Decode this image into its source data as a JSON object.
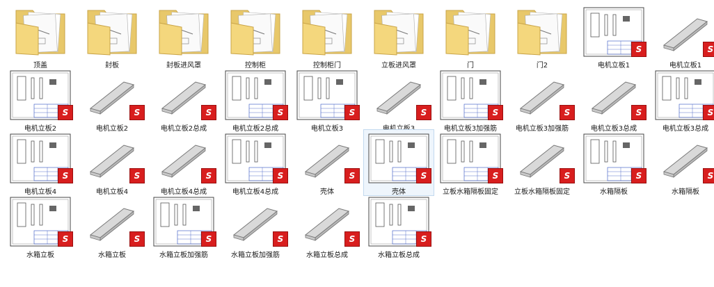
{
  "app": {
    "sw_badge_text": "S"
  },
  "items": [
    {
      "label": "顶盖",
      "kind": "folder"
    },
    {
      "label": "封板",
      "kind": "folder"
    },
    {
      "label": "封板进风罩",
      "kind": "folder"
    },
    {
      "label": "控制柜",
      "kind": "folder"
    },
    {
      "label": "控制柜门",
      "kind": "folder"
    },
    {
      "label": "立板进风罩",
      "kind": "folder"
    },
    {
      "label": "门",
      "kind": "folder"
    },
    {
      "label": "门2",
      "kind": "folder"
    },
    {
      "label": "电机立板1",
      "kind": "drawing"
    },
    {
      "label": "电机立板1",
      "kind": "part"
    },
    {
      "label": "电机立板2",
      "kind": "drawing"
    },
    {
      "label": "电机立板2",
      "kind": "part"
    },
    {
      "label": "电机立板2总成",
      "kind": "part"
    },
    {
      "label": "电机立板2总成",
      "kind": "drawing"
    },
    {
      "label": "电机立板3",
      "kind": "drawing"
    },
    {
      "label": "电机立板3",
      "kind": "part"
    },
    {
      "label": "电机立板3加强筋",
      "kind": "drawing"
    },
    {
      "label": "电机立板3加强筋",
      "kind": "part"
    },
    {
      "label": "电机立板3总成",
      "kind": "part"
    },
    {
      "label": "电机立板3总成",
      "kind": "drawing"
    },
    {
      "label": "电机立板4",
      "kind": "drawing"
    },
    {
      "label": "电机立板4",
      "kind": "part"
    },
    {
      "label": "电机立板4总成",
      "kind": "part"
    },
    {
      "label": "电机立板4总成",
      "kind": "drawing"
    },
    {
      "label": "壳体",
      "kind": "part"
    },
    {
      "label": "壳体",
      "kind": "drawing",
      "selected": true
    },
    {
      "label": "立板水箱隔板固定",
      "kind": "drawing"
    },
    {
      "label": "立板水箱隔板固定",
      "kind": "part"
    },
    {
      "label": "水箱隔板",
      "kind": "drawing"
    },
    {
      "label": "水箱隔板",
      "kind": "part"
    },
    {
      "label": "水箱立板",
      "kind": "drawing"
    },
    {
      "label": "水箱立板",
      "kind": "part"
    },
    {
      "label": "水箱立板加强筋",
      "kind": "drawing"
    },
    {
      "label": "水箱立板加强筋",
      "kind": "part"
    },
    {
      "label": "水箱立板总成",
      "kind": "part"
    },
    {
      "label": "水箱立板总成",
      "kind": "drawing"
    }
  ]
}
